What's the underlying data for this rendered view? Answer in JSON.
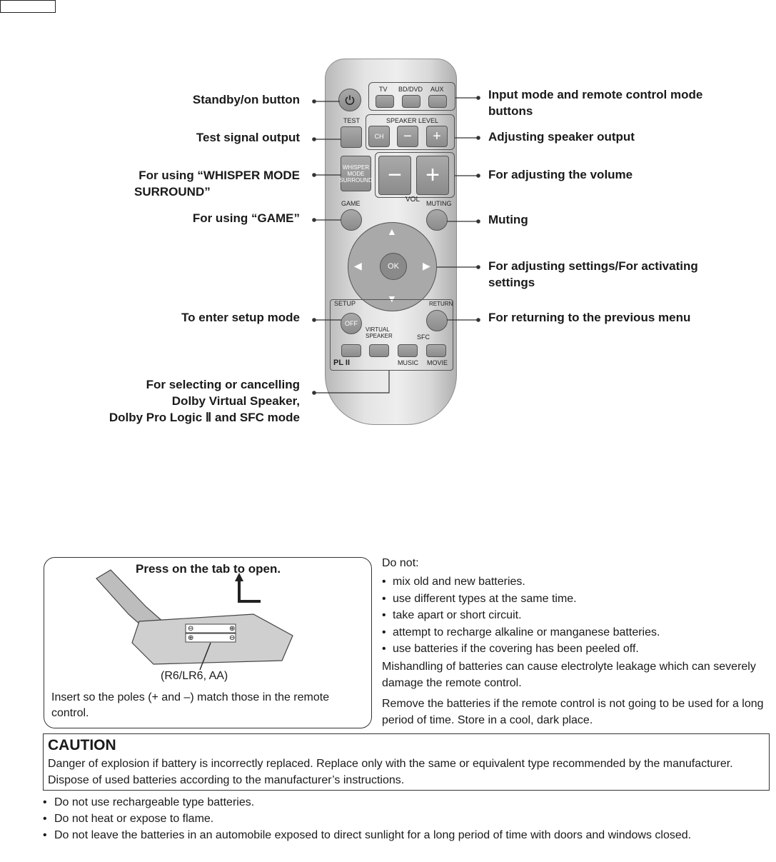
{
  "remote": {
    "input_labels": [
      "TV",
      "BD/DVD",
      "AUX"
    ],
    "test_label": "TEST",
    "speaker_level_label": "SPEAKER LEVEL",
    "ch_label": "CH",
    "minus_label": "−",
    "plus_label": "+",
    "whisper_label": "WHISPER MODE SURROUND",
    "vol_label": "VOL",
    "game_label": "GAME",
    "muting_label": "MUTING",
    "ok_label": "OK",
    "setup_label": "SETUP",
    "off_label": "OFF",
    "return_label": "RETURN",
    "virtual_speaker_label": "VIRTUAL SPEAKER",
    "sfc_label": "SFC",
    "plii_label": "PL II",
    "music_label": "MUSIC",
    "movie_label": "MOVIE"
  },
  "callouts": {
    "standby": "Standby/on button",
    "test": "Test signal output",
    "whisper_1": "For using “WHISPER MODE",
    "whisper_2": "SURROUND”",
    "game": "For using “GAME”",
    "setup": "To enter setup mode",
    "dolby_1": "For selecting or cancelling",
    "dolby_2": "Dolby Virtual Speaker,",
    "dolby_3": "Dolby Pro Logic Ⅱ and SFC mode",
    "input_1": "Input mode and remote control mode",
    "input_2": "buttons",
    "speaker": "Adjusting speaker output",
    "volume": "For adjusting the volume",
    "muting": "Muting",
    "settings_1": "For adjusting settings/For activating",
    "settings_2": "settings",
    "return": "For returning to the previous menu"
  },
  "battery": {
    "title": "Press on the tab to open.",
    "type": "(R6/LR6, AA)",
    "insert_text": "Insert so the poles (+ and –) match those in the remote control.",
    "donot_head": "Do not:",
    "donot_items": [
      "mix old and new batteries.",
      "use different types at the same time.",
      "take apart or short circuit.",
      "attempt to recharge alkaline or manganese batteries.",
      "use batteries if the covering has been peeled off."
    ],
    "mishandling": "Mishandling of batteries can cause electrolyte leakage which can severely damage the remote control.",
    "remove": "Remove the batteries if the remote control is not going to be used for a long period of time. Store in a cool, dark place."
  },
  "caution": {
    "title": "CAUTION",
    "text": "Danger of explosion if battery is incorrectly replaced. Replace only with the same or equivalent type recommended by the manufacturer. Dispose of used batteries according to the manufacturer’s instructions."
  },
  "bottom_items": [
    "Do not use rechargeable type batteries.",
    "Do not heat or expose to flame.",
    "Do not leave the batteries in an automobile exposed to direct sunlight for a long period of time with doors and windows closed."
  ]
}
